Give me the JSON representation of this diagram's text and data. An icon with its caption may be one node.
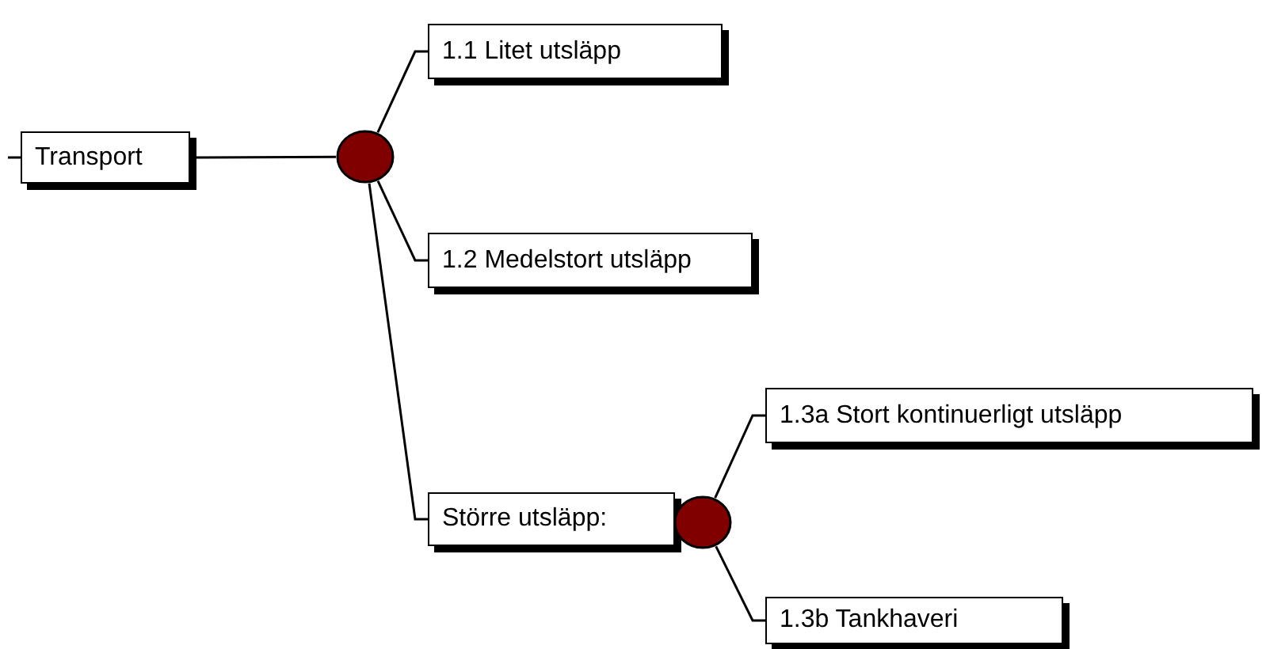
{
  "diagram": {
    "nodes": [
      {
        "text": [
          "Transport"
        ]
      },
      {
        "text": [],
        "shape": "circle"
      },
      {
        "text": [
          "1.1 Litet utsläpp"
        ]
      },
      {
        "text": [
          "1.2 Medelstort utsläpp"
        ]
      },
      {
        "text": [
          "Större utsläpp:"
        ]
      },
      {
        "text": [],
        "shape": "circle"
      },
      {
        "text": [
          "1.3a Stort kontinuerligt utsläpp"
        ]
      },
      {
        "text": [
          "1.3b Tankhaveri"
        ]
      }
    ],
    "edges": [
      {
        "from": null,
        "to": 0,
        "arrow": "none"
      },
      {
        "from": 0,
        "to": 1,
        "arrow": "none"
      },
      {
        "from": 1,
        "to": 2,
        "arrow": "none"
      },
      {
        "from": 1,
        "to": 3,
        "arrow": "none"
      },
      {
        "from": 1,
        "to": 4,
        "arrow": "none"
      },
      {
        "from": 5,
        "to": 6,
        "arrow": "none"
      },
      {
        "from": 5,
        "to": 7,
        "arrow": "none"
      }
    ]
  }
}
